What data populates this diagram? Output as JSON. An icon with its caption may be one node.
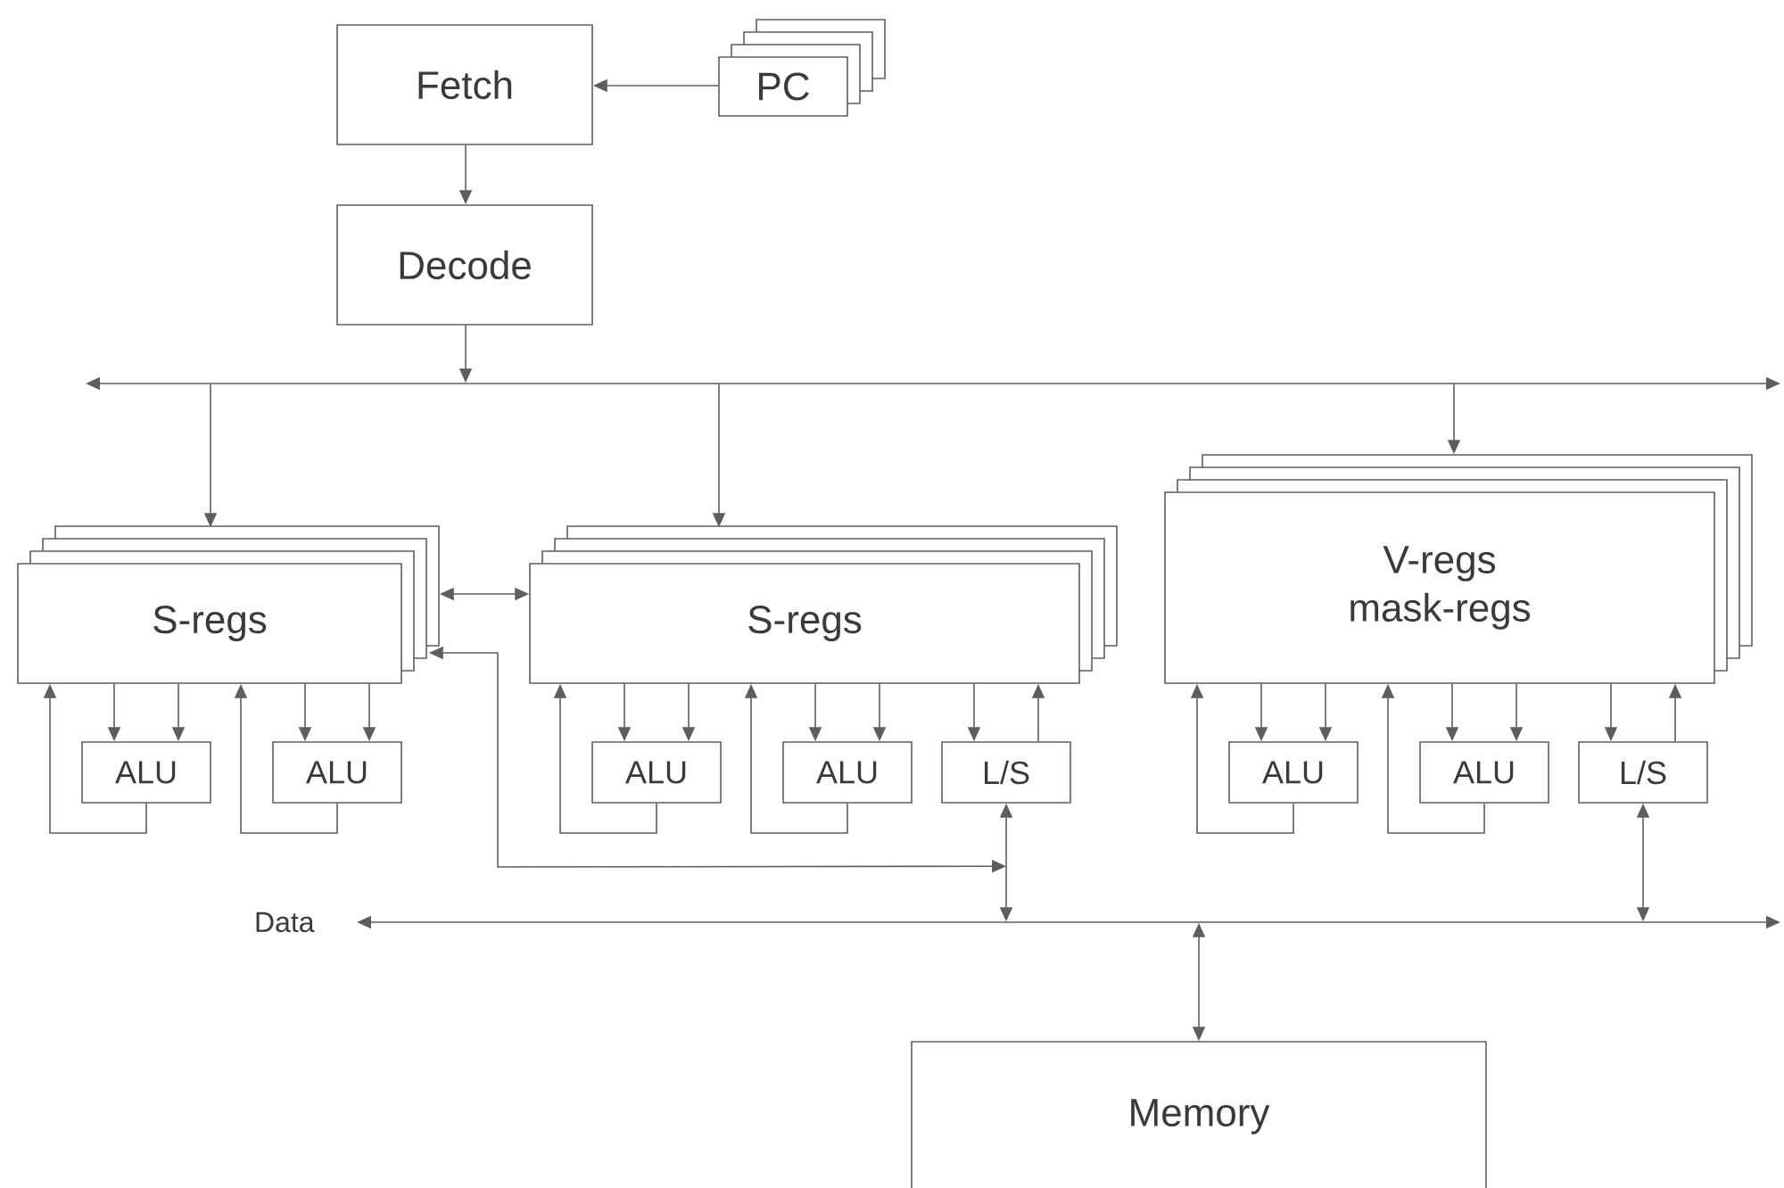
{
  "diagram": {
    "nodes": [
      {
        "text": [
          "Fetch"
        ]
      },
      {
        "text": [
          "PC"
        ]
      },
      {
        "text": [
          "Decode"
        ]
      },
      {
        "text": [],
        "shape": "bar"
      },
      {
        "text": [
          "S-regs"
        ]
      },
      {
        "text": [
          "S-regs"
        ]
      },
      {
        "text": [
          "V-regs mask-regs"
        ]
      },
      {
        "text": [
          "ALU"
        ]
      },
      {
        "text": [
          "ALU"
        ]
      },
      {
        "text": [
          "ALU"
        ]
      },
      {
        "text": [
          "ALU"
        ]
      },
      {
        "text": [
          "L/S"
        ]
      },
      {
        "text": [
          "ALU"
        ]
      },
      {
        "text": [
          "ALU"
        ]
      },
      {
        "text": [
          "L/S"
        ]
      },
      {
        "text": [],
        "shape": "bar",
        "beside": [
          "Data"
        ]
      },
      {
        "text": [
          "Memory"
        ]
      }
    ],
    "edges": [
      {
        "from": 1,
        "to": 0,
        "arrow": "to"
      },
      {
        "from": 0,
        "to": 2,
        "arrow": "to"
      },
      {
        "from": 2,
        "to": 3,
        "arrow": "to"
      },
      {
        "from": 3,
        "to": 4,
        "arrow": "to"
      },
      {
        "from": 3,
        "to": 5,
        "arrow": "to"
      },
      {
        "from": 3,
        "to": 6,
        "arrow": "to"
      },
      {
        "from": 4,
        "to": 5,
        "arrow": "both"
      },
      {
        "from": 4,
        "to": 7,
        "arrow": "to"
      },
      {
        "from": 4,
        "to": 7,
        "arrow": "to"
      },
      {
        "from": 7,
        "to": 4,
        "arrow": "to"
      },
      {
        "from": 4,
        "to": 8,
        "arrow": "to"
      },
      {
        "from": 4,
        "to": 8,
        "arrow": "to"
      },
      {
        "from": 8,
        "to": 4,
        "arrow": "to"
      },
      {
        "from": 5,
        "to": 9,
        "arrow": "to"
      },
      {
        "from": 5,
        "to": 9,
        "arrow": "to"
      },
      {
        "from": 9,
        "to": 5,
        "arrow": "to"
      },
      {
        "from": 5,
        "to": 10,
        "arrow": "to"
      },
      {
        "from": 5,
        "to": 10,
        "arrow": "to"
      },
      {
        "from": 10,
        "to": 5,
        "arrow": "to"
      },
      {
        "from": 5,
        "to": 11,
        "arrow": "to"
      },
      {
        "from": 11,
        "to": 5,
        "arrow": "to"
      },
      {
        "from": 11,
        "to": 15,
        "arrow": "both"
      },
      {
        "from": 4,
        "to": 15,
        "arrow": "both"
      },
      {
        "from": 6,
        "to": 12,
        "arrow": "to"
      },
      {
        "from": 6,
        "to": 12,
        "arrow": "to"
      },
      {
        "from": 12,
        "to": 6,
        "arrow": "to"
      },
      {
        "from": 6,
        "to": 13,
        "arrow": "to"
      },
      {
        "from": 6,
        "to": 13,
        "arrow": "to"
      },
      {
        "from": 13,
        "to": 6,
        "arrow": "to"
      },
      {
        "from": 6,
        "to": 14,
        "arrow": "to"
      },
      {
        "from": 14,
        "to": 6,
        "arrow": "to"
      },
      {
        "from": 14,
        "to": 15,
        "arrow": "both"
      },
      {
        "from": 15,
        "to": 16,
        "arrow": "both"
      }
    ]
  }
}
